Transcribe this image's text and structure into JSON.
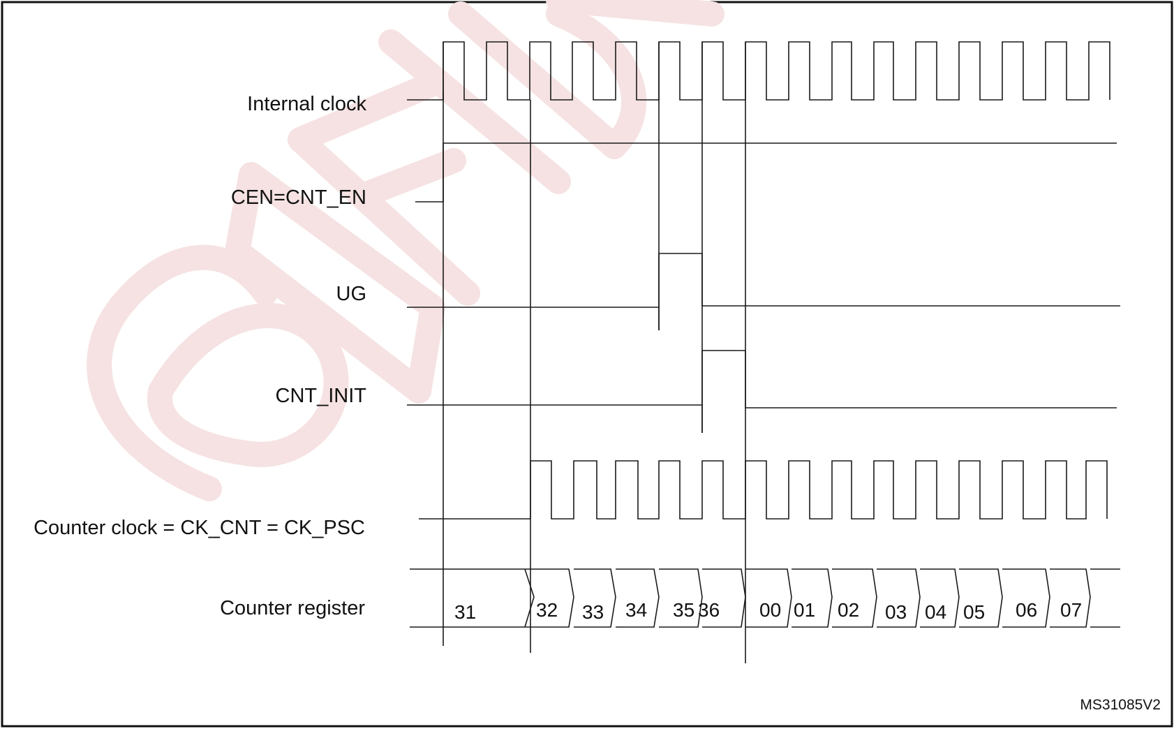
{
  "diagram": {
    "signals": [
      {
        "id": "internal-clock",
        "label": "Internal clock"
      },
      {
        "id": "cen",
        "label": "CEN=CNT_EN"
      },
      {
        "id": "ug",
        "label": "UG"
      },
      {
        "id": "cnt-init",
        "label": "CNT_INIT"
      },
      {
        "id": "counter-clock",
        "label": "Counter clock = CK_CNT = CK_PSC"
      },
      {
        "id": "counter-register",
        "label": "Counter register"
      }
    ],
    "counter_register_values": [
      "31",
      "32",
      "33",
      "34",
      "35",
      "36",
      "00",
      "01",
      "02",
      "03",
      "04",
      "05",
      "06",
      "07"
    ],
    "reference_id": "MS31085V2",
    "watermark": "CONFIDENTIAL",
    "colors": {
      "line": "#1a1a1a",
      "watermark": "#f6e2e2",
      "border": "#111111"
    }
  }
}
